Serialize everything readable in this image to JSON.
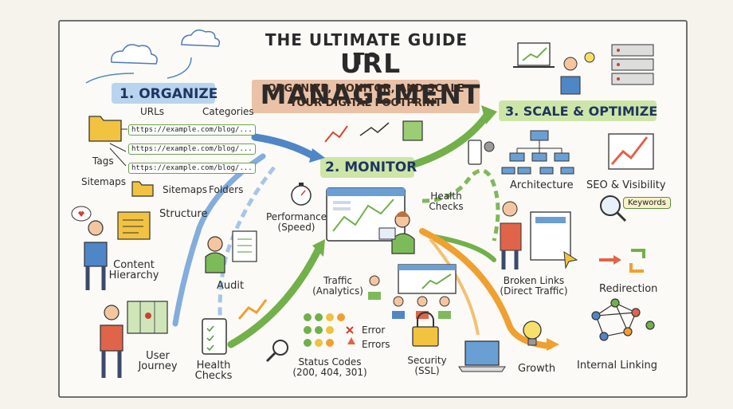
{
  "header": {
    "title_line1": "THE ULTIMATE GUIDE TO",
    "title_line2": "URL MANAGEMENT",
    "subtitle_line1": "ORGANIZE, MONITOR, AND SCALE",
    "subtitle_line2": "YOUR DIGITAL FOOTPRINT"
  },
  "sections": {
    "organize": "1. ORGANIZE",
    "monitor": "2. MONITOR",
    "scale": "3. SCALE & OPTIMIZE"
  },
  "organize": {
    "urls_label": "URLs",
    "categories_label": "Categories",
    "urls": [
      "https://example.com/blog/...",
      "https://example.com/blog/...",
      "https://example.com/blog/..."
    ],
    "tags_label": "Tags",
    "sitemaps_label": "Sitemaps",
    "sitemaps_label_2": "Sitemaps",
    "folders_label": "Folders",
    "structure_label": "Structure",
    "content_hierarchy_line1": "Content",
    "content_hierarchy_line2": "Hierarchy",
    "audit_label": "Audit",
    "user_journey_line1": "User",
    "user_journey_line2": "Journey",
    "health_checks_line1": "Health",
    "health_checks_line2": "Checks"
  },
  "monitor": {
    "performance_line1": "Performance",
    "performance_line2": "(Speed)",
    "health_checks_line1": "Health",
    "health_checks_line2": "Checks",
    "traffic_line1": "Traffic",
    "traffic_line2": "(Analytics)",
    "error_label": "Error",
    "errors_label": "Errors",
    "status_codes_line1": "Status Codes",
    "status_codes_line2": "(200, 404, 301)",
    "security_line1": "Security",
    "security_line2": "(SSL)"
  },
  "scale": {
    "architecture_label": "Architecture",
    "seo_label": "SEO & Visibility",
    "keywords_label": "Keywords",
    "broken_links_line1": "Broken Links",
    "broken_links_line2": "(Direct Traffic)",
    "redirection_label": "Redirection",
    "growth_label": "Growth",
    "internal_linking_label": "Internal Linking"
  },
  "colors": {
    "organize_badge": "#b9d4ee",
    "monitor_badge": "#cde6a8",
    "scale_badge": "#cde6a8",
    "subtitle_band": "#e6b799",
    "arrow_blue": "#4f86c6",
    "arrow_green": "#72b04a",
    "arrow_orange": "#f0a030"
  }
}
